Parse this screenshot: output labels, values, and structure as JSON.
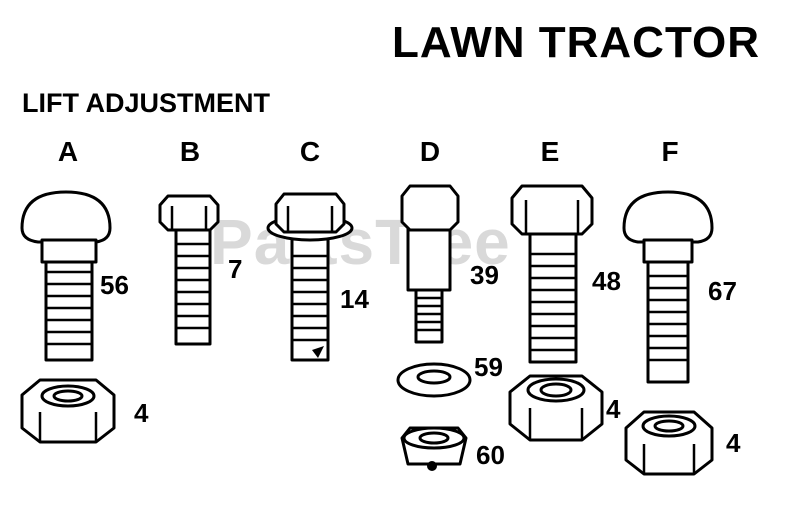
{
  "title": "LAWN TRACTOR",
  "subtitle": "LIFT ADJUSTMENT",
  "watermark": "PartsTree",
  "columns": [
    "A",
    "B",
    "C",
    "D",
    "E",
    "F"
  ],
  "part_numbers": {
    "a_bolt": "56",
    "a_nut": "4",
    "b_bolt": "7",
    "c_bolt": "14",
    "d_bolt": "39",
    "d_washer": "59",
    "d_nut": "60",
    "e_bolt": "48",
    "e_nut": "4",
    "f_bolt": "67",
    "f_nut": "4"
  }
}
